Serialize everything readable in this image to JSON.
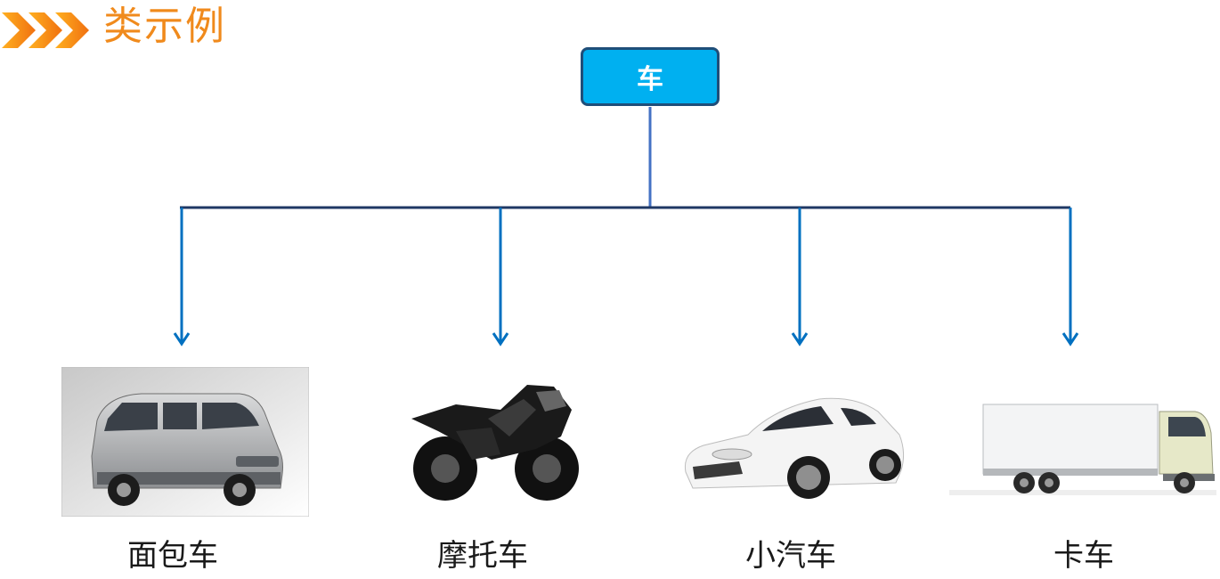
{
  "header": {
    "title": "类示例",
    "accent_color": "#f08a1c",
    "icon": "triple-chevron-icon"
  },
  "root": {
    "label": "车",
    "fill_color": "#00b0f0",
    "border_color": "#1f4e79"
  },
  "children": [
    {
      "label": "面包车",
      "image": "minivan-photo"
    },
    {
      "label": "摩托车",
      "image": "motorcycle-photo"
    },
    {
      "label": "小汽车",
      "image": "sports-car-photo"
    },
    {
      "label": "卡车",
      "image": "box-truck-photo"
    }
  ],
  "connector_colors": {
    "trunk": "#4472c4",
    "bar": "#1f3864",
    "arrows": "#0070c0"
  }
}
